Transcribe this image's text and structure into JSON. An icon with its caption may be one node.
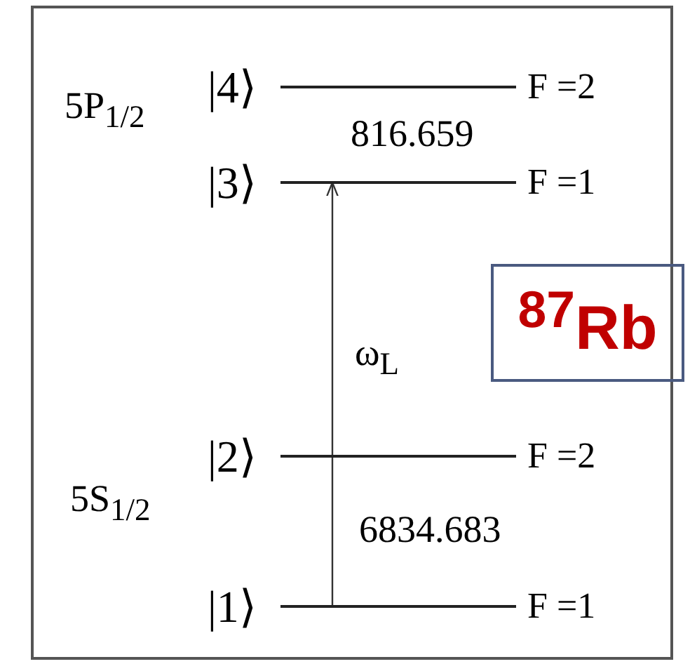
{
  "diagram": {
    "nodes": [
      {
        "text": [
          "|4⟩"
        ],
        "beside": [
          "F =2"
        ]
      },
      {
        "text": [
          "|3⟩"
        ],
        "beside": [
          "F =1"
        ]
      },
      {
        "text": [
          "|2⟩"
        ],
        "beside": [
          "F =2"
        ]
      },
      {
        "text": [
          "|1⟩"
        ],
        "beside": [
          "F =1"
        ]
      },
      {
        "text": [
          "$^{87}$Rb"
        ]
      }
    ],
    "edges": [
      {
        "from": 3,
        "to": 1,
        "arrow": "to",
        "label": "ω$_{L}$"
      }
    ],
    "labels": [
      "5P$_{1/2}$",
      "816.659",
      "5S$_{1/2}$",
      "6834.683"
    ]
  }
}
